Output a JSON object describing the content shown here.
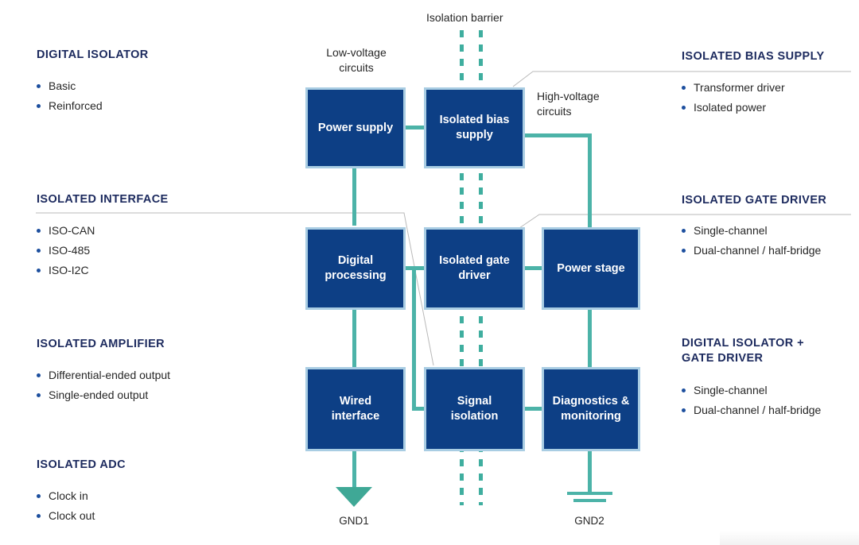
{
  "diagram": {
    "title_labels": {
      "isolation_barrier": "Isolation barrier",
      "low_voltage": "Low-voltage\ncircuits",
      "high_voltage": "High-voltage\ncircuits",
      "gnd1": "GND1",
      "gnd2": "GND2"
    },
    "nodes": [
      {
        "id": "power-supply",
        "label": "Power supply"
      },
      {
        "id": "isolated-bias-supply",
        "label": "Isolated bias\nsupply"
      },
      {
        "id": "digital-processing",
        "label": "Digital\nprocessing"
      },
      {
        "id": "isolated-gate-driver",
        "label": "Isolated gate\ndriver"
      },
      {
        "id": "power-stage",
        "label": "Power stage"
      },
      {
        "id": "wired-interface",
        "label": "Wired\ninterface"
      },
      {
        "id": "signal-isolation",
        "label": "Signal\nisolation"
      },
      {
        "id": "diagnostics",
        "label": "Diagnostics &\nmonitoring"
      }
    ]
  },
  "left_column": [
    {
      "id": "digital-isolator",
      "heading": "DIGITAL ISOLATOR",
      "items": [
        "Basic",
        "Reinforced"
      ]
    },
    {
      "id": "isolated-interface",
      "heading": "ISOLATED INTERFACE",
      "items": [
        "ISO-CAN",
        "ISO-485",
        "ISO-I2C"
      ]
    },
    {
      "id": "isolated-amplifier",
      "heading": "ISOLATED AMPLIFIER",
      "items": [
        "Differential-ended output",
        "Single-ended output"
      ]
    },
    {
      "id": "isolated-adc",
      "heading": "ISOLATED ADC",
      "items": [
        "Clock in",
        "Clock out"
      ]
    }
  ],
  "right_column": [
    {
      "id": "isolated-bias-supply",
      "heading": "ISOLATED BIAS SUPPLY",
      "items": [
        "Transformer driver",
        "Isolated power"
      ]
    },
    {
      "id": "isolated-gate-driver",
      "heading": "ISOLATED GATE DRIVER",
      "items": [
        "Single-channel",
        "Dual-channel / half-bridge"
      ]
    },
    {
      "id": "digital-isolator-gate-driver",
      "heading": "DIGITAL ISOLATOR +\nGATE DRIVER",
      "items": [
        "Single-channel",
        "Dual-channel / half-bridge"
      ]
    }
  ],
  "colors": {
    "box_fill": "#0d3f85",
    "box_border": "#a9cde3",
    "connector": "#4cb3a8",
    "barrier": "#3fae9f",
    "heading": "#1c2a5e",
    "bullet": "#1d4f9e",
    "body_text": "#262626",
    "leader_line": "#b9b9b9"
  }
}
